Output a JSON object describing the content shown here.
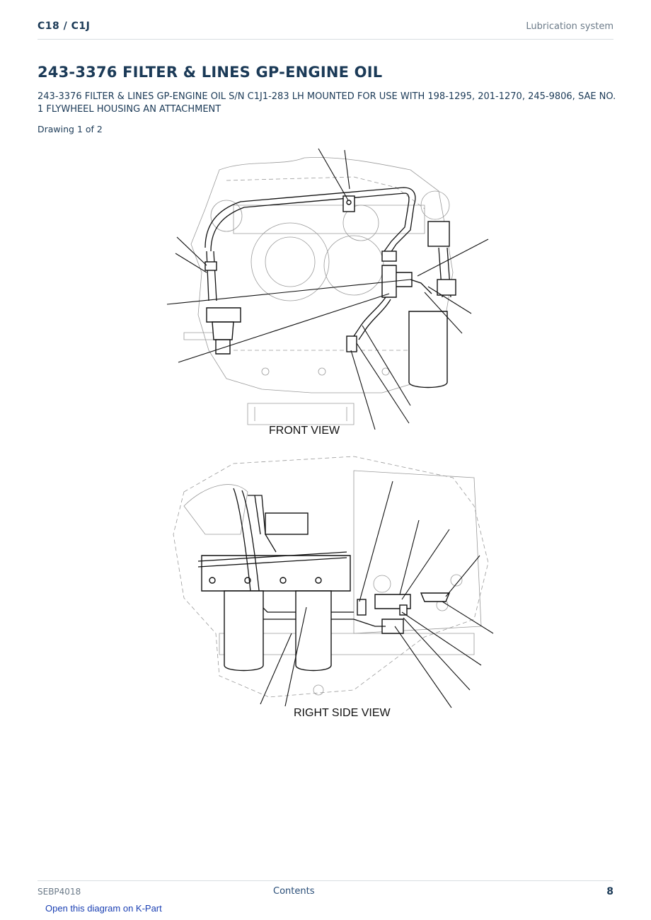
{
  "header": {
    "model": "C18  /  C1J",
    "section": "Lubrication system"
  },
  "title": "243-3376 FILTER & LINES GP-ENGINE OIL",
  "description": "243-3376 FILTER & LINES GP-ENGINE OIL S/N C1J1-283 LH MOUNTED FOR USE WITH 198-1295, 201-1270, 245-9806, SAE NO. 1 FLYWHEEL HOUSING AN ATTACHMENT",
  "drawing_label": "Drawing 1 of 2",
  "views": {
    "front": "FRONT VIEW",
    "right_side": "RIGHT SIDE VIEW"
  },
  "footer": {
    "doc_number": "SEBP4018",
    "contents_link": "Contents",
    "page_number": "8"
  },
  "kpart_link": "Open this diagram on K-Part"
}
